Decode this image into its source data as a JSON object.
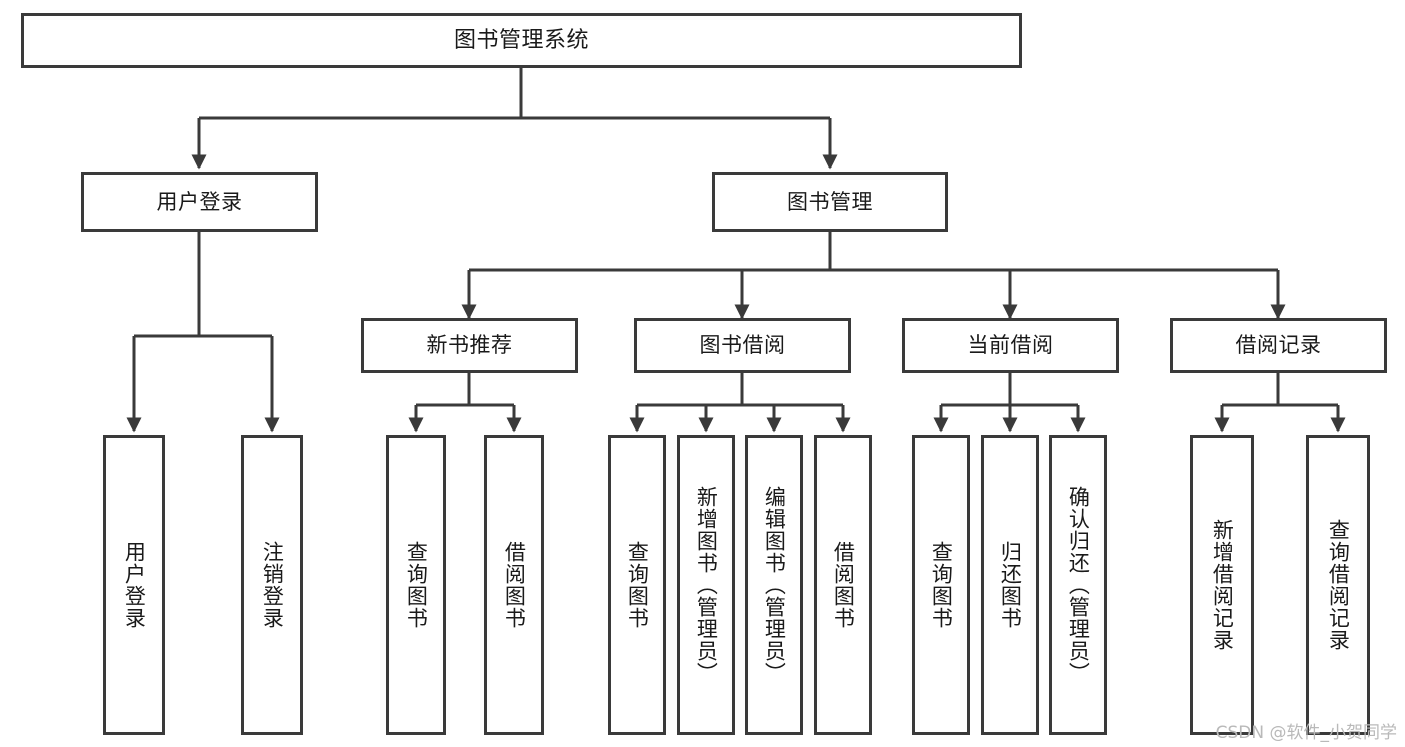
{
  "diagram": {
    "type": "tree",
    "title": "图书管理系统",
    "orientation": "top-down",
    "colors": {
      "box_border": "#3a3a3a",
      "box_fill": "#ffffff",
      "edge": "#3a3a3a",
      "text": "#1a1a1a",
      "watermark": "#b9b9b9",
      "background": "#ffffff"
    },
    "root": {
      "id": "root",
      "label": "图书管理系统"
    },
    "level1": [
      {
        "id": "user-login",
        "label": "用户登录"
      },
      {
        "id": "book-manage",
        "label": "图书管理"
      }
    ],
    "level2": [
      {
        "id": "new-book-rec",
        "label": "新书推荐",
        "parent": "book-manage"
      },
      {
        "id": "book-borrow",
        "label": "图书借阅",
        "parent": "book-manage"
      },
      {
        "id": "current-borrow",
        "label": "当前借阅",
        "parent": "book-manage"
      },
      {
        "id": "borrow-record",
        "label": "借阅记录",
        "parent": "book-manage"
      }
    ],
    "leaves": [
      {
        "id": "leaf-user-login",
        "label": "用户登录",
        "parent": "user-login"
      },
      {
        "id": "leaf-logout-login",
        "label": "注销登录",
        "parent": "user-login"
      },
      {
        "id": "leaf-query-book-1",
        "label": "查询图书",
        "parent": "new-book-rec"
      },
      {
        "id": "leaf-borrow-book-1",
        "label": "借阅图书",
        "parent": "new-book-rec"
      },
      {
        "id": "leaf-query-book-2",
        "label": "查询图书",
        "parent": "book-borrow"
      },
      {
        "id": "leaf-add-book",
        "label": "新增图书（管理员）",
        "parent": "book-borrow"
      },
      {
        "id": "leaf-edit-book",
        "label": "编辑图书（管理员）",
        "parent": "book-borrow"
      },
      {
        "id": "leaf-borrow-book-2",
        "label": "借阅图书",
        "parent": "book-borrow"
      },
      {
        "id": "leaf-query-book-3",
        "label": "查询图书",
        "parent": "current-borrow"
      },
      {
        "id": "leaf-return-book",
        "label": "归还图书",
        "parent": "current-borrow"
      },
      {
        "id": "leaf-confirm-return",
        "label": "确认归还（管理员）",
        "parent": "current-borrow"
      },
      {
        "id": "leaf-add-record",
        "label": "新增借阅记录",
        "parent": "borrow-record"
      },
      {
        "id": "leaf-query-record",
        "label": "查询借阅记录",
        "parent": "borrow-record"
      }
    ]
  },
  "watermark": {
    "text": "CSDN @软件_小贺同学"
  }
}
